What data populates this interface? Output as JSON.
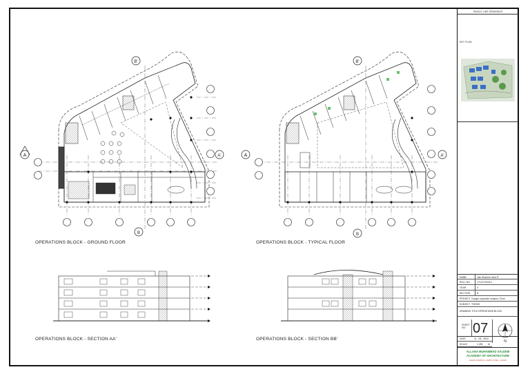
{
  "drawings": {
    "ground_floor_caption": "OPERATIONS BLOCK - GROUND FLOOR",
    "typical_floor_caption": "OPERATIONS BLOCK - TYPICAL  FLOOR",
    "section_aa_caption": "OPERATIONS BLOCK - SECTION AA'",
    "section_bb_caption": "OPERATIONS BLOCK - SECTION BB'",
    "markers": {
      "a": "A",
      "a_prime": "A'",
      "b": "B",
      "b_prime": "B'"
    }
  },
  "title_block": {
    "header": "SINGLE LINE DRAWINGS",
    "key_plan_label": "KEY PLAN",
    "rows": [
      {
        "key": "NAME",
        "value": "Jain Sharmin Jeha R"
      },
      {
        "key": "ROLL NO.",
        "value": "1712/17/0/013"
      },
      {
        "key": "YEAR",
        "value": "V"
      },
      {
        "key": "SECTION",
        "value": "B"
      }
    ],
    "project_key": "PROJECT",
    "project_value": "Google corporate campus, Pune",
    "subject_key": "SUBJECT",
    "subject_value": "THESIS",
    "drawing_title_key": "DRAWING TITLE",
    "drawing_title_value": "OPERATIONS BLOCK",
    "sheet_label": "SHEET NO",
    "sheet_no": "07",
    "date_key": "DATE",
    "date_value": "11 - 05 - 2022",
    "scale_key": "SCALE",
    "scale_value": "1:250",
    "scale_unit": "M",
    "north_label": "N",
    "academy_line1": "ALLANA MUHAMMAD SALEEM",
    "academy_line2": "ACADEMY OF ARCHITECTURE",
    "academy_address": "AZAM CAMPUS, CAMP, PUNE - 411001"
  }
}
